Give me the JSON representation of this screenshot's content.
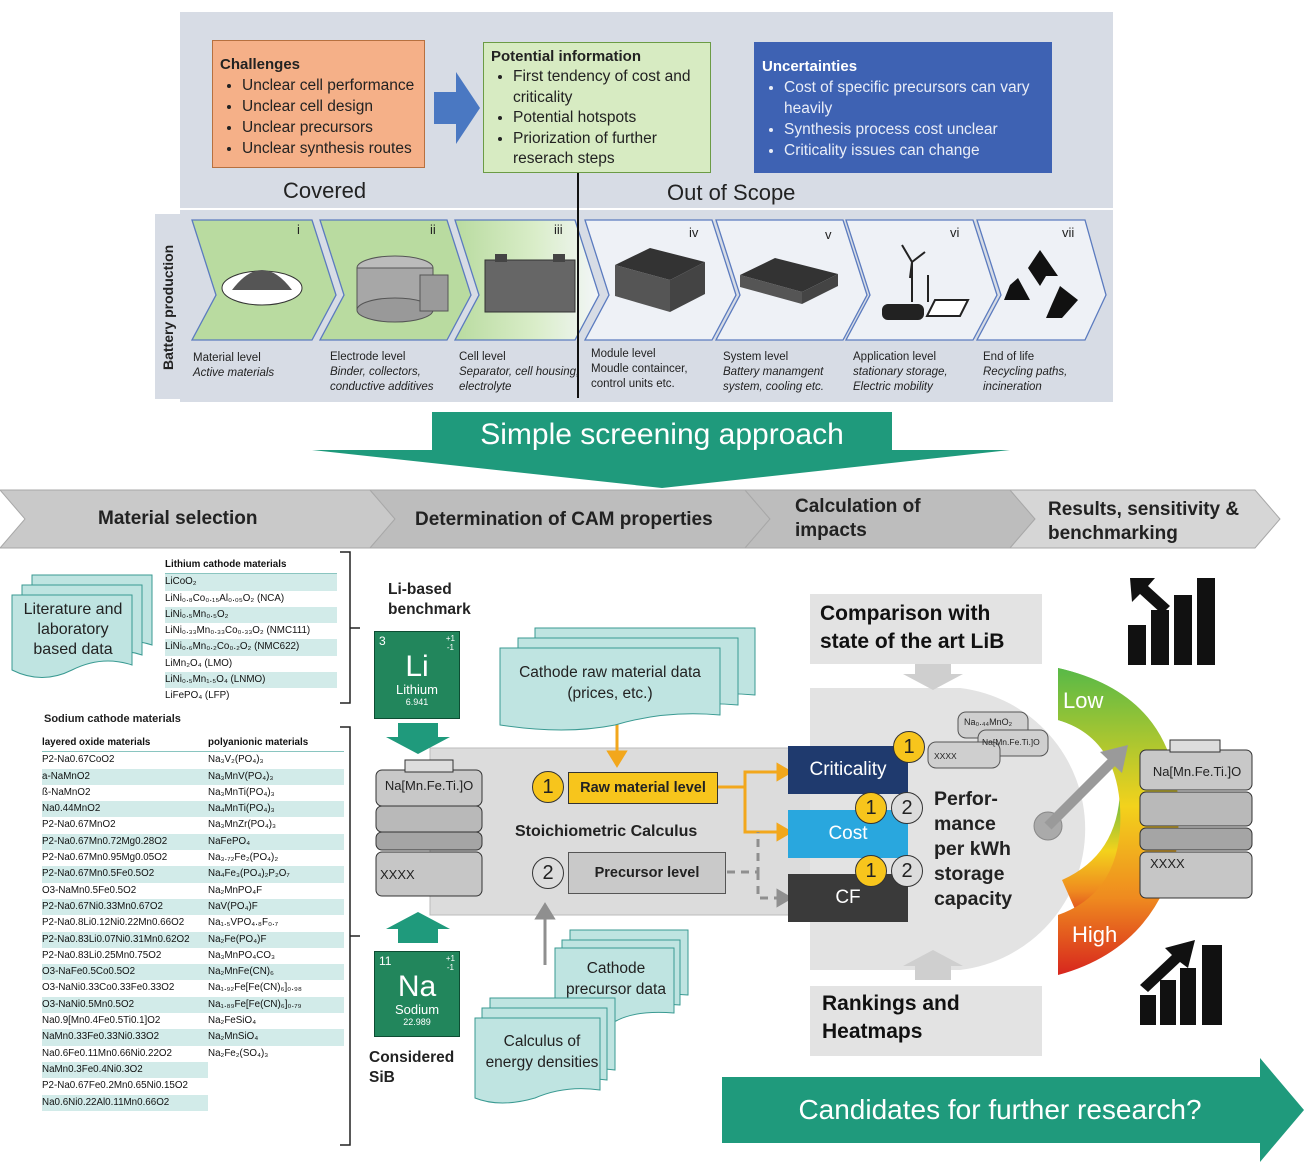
{
  "challenges": {
    "title": "Challenges",
    "items": [
      "Unclear cell performance",
      "Unclear cell design",
      "Unclear precursors",
      "Unclear synthesis routes"
    ]
  },
  "potential": {
    "title": "Potential information",
    "items": [
      "First tendency of cost and criticality",
      "Potential hotspots",
      "Priorization of further reserach steps"
    ]
  },
  "uncertainties": {
    "title": "Uncertainties",
    "items": [
      "Cost of specific precursors can vary heavily",
      "Synthesis process cost unclear",
      "Criticality issues can change"
    ]
  },
  "covered": "Covered",
  "out_of_scope": "Out of Scope",
  "battery_production": "Battery production",
  "stages": [
    {
      "num": "i",
      "name": "Material level",
      "desc": "Active materials"
    },
    {
      "num": "ii",
      "name": "Electrode level",
      "desc": "Binder, collectors, conductive additives"
    },
    {
      "num": "iii",
      "name": "Cell level",
      "desc": "Separator, cell housing, electrolyte"
    },
    {
      "num": "iv",
      "name": "Module level",
      "desc": "Moudle containcer, control units etc."
    },
    {
      "num": "v",
      "name": "System level",
      "desc": "Battery manamgent system, cooling etc."
    },
    {
      "num": "vi",
      "name": "Application level",
      "desc": "stationary storage, Electric mobility"
    },
    {
      "num": "vii",
      "name": "End of life",
      "desc": "Recycling paths, incineration"
    }
  ],
  "screening": "Simple screening approach",
  "steps": [
    "Material selection",
    "Determination of CAM properties",
    "Calculation of impacts",
    "Results, sensitivity & benchmarking"
  ],
  "literature": "Literature and laboratory based data",
  "lithium_table": {
    "title": "Lithium cathode materials",
    "rows": [
      "LiCoO₂",
      "LiNi₀.₈Co₀.₁₅Al₀.₀₅O₂ (NCA)",
      "LiNi₀.₅Mn₀.₅O₂",
      "LiNi₀.₃₃Mn₀.₃₃Co₀.₃₃O₂ (NMC111)",
      "LiNi₀.₆Mn₀.₂Co₀.₂O₂ (NMC622)",
      "LiMn₂O₄ (LMO)",
      "LiNi₀.₅Mn₁.₅O₄ (LNMO)",
      "LiFePO₄ (LFP)"
    ]
  },
  "sodium_table": {
    "title": "Sodium cathode materials",
    "col1": "layered oxide materials",
    "col2": "polyanionic materials",
    "layered": [
      "P2-Na0.67CoO2",
      "a-NaMnO2",
      "ß-NaMnO2",
      "Na0.44MnO2",
      "P2-Na0.67MnO2",
      "P2-Na0.67Mn0.72Mg0.28O2",
      "P2-Na0.67Mn0.95Mg0.05O2",
      "P2-Na0.67Mn0.5Fe0.5O2",
      "O3-NaMn0.5Fe0.5O2",
      "P2-Na0.67Ni0.33Mn0.67O2",
      "P2-Na0.8Li0.12Ni0.22Mn0.66O2",
      "P2-Na0.83Li0.07Ni0.31Mn0.62O2",
      "P2-Na0.83Li0.25Mn0.75O2",
      "O3-NaFe0.5Co0.5O2",
      "O3-NaNi0.33Co0.33Fe0.33O2",
      "O3-NaNi0.5Mn0.5O2",
      "Na0.9[Mn0.4Fe0.5Ti0.1]O2",
      "NaMn0.33Fe0.33Ni0.33O2",
      "Na0.6Fe0.11Mn0.66Ni0.22O2",
      "NaMn0.3Fe0.4Ni0.3O2",
      "P2-Na0.67Fe0.2Mn0.65Ni0.15O2",
      "Na0.6Ni0.22Al0.11Mn0.66O2"
    ],
    "polyanionic": [
      "Na₃V₂(PO₄)₃",
      "Na₃MnV(PO₄)₃",
      "Na₃MnTi(PO₄)₃",
      "Na₄MnTi(PO₄)₃",
      "Na₃MnZr(PO₄)₃",
      "NaFePO₄",
      "Na₃.₇₂Fe₂(PO₄)₂",
      "Na₄Fe₃(PO₄)₂P₂O₇",
      "Na₂MnPO₄F",
      "NaV(PO₄)F",
      "Na₁.₅VPO₄.₈F₀.₇",
      "Na₂Fe(PO₄)F",
      "Na₃MnPO₄CO₃",
      "Na₂MnFe(CN)₆",
      "Na₁.₉₂Fe[Fe(CN)₆]₀.₉₈",
      "Na₁.₈₉Fe[Fe(CN)₆]₀.₇₉",
      "Na₂FeSiO₄",
      "Na₂MnSiO₄",
      "Na₂Fe₂(SO₄)₃"
    ]
  },
  "li_benchmark": "Li-based benchmark",
  "li_element": {
    "number": "3",
    "ox": "+1\n-1",
    "symbol": "Li",
    "name": "Lithium",
    "mass": "6.941"
  },
  "na_element": {
    "number": "11",
    "ox": "+1\n-1",
    "symbol": "Na",
    "name": "Sodium",
    "mass": "22.989"
  },
  "considered_sib": "Considered SiB",
  "cathode_raw": "Cathode raw material data (prices, etc.)",
  "cathode_precursor": "Cathode precursor data",
  "calc_energy": "Calculus of energy densities",
  "na_formula": "Na[Mn.Fe.Ti.]O",
  "xxxx": "XXXX",
  "na_formula_small": "Na₀.₄₄MnO₂",
  "raw_level": "Raw material level",
  "precursor_level": "Precursor level",
  "stoich": "Stoichiometric Calculus",
  "one": "1",
  "two": "2",
  "criticality": "Criticality",
  "cost": "Cost",
  "cf": "CF",
  "comparison": "Comparison with state of the art LiB",
  "performance": "Perfor- mance per kWh storage capacity",
  "rankings": "Rankings and Heatmaps",
  "low": "Low",
  "high": "High",
  "candidates": "Candidates for further research?",
  "colors": {
    "green": "#1f9a7c",
    "orange": "#f5b088",
    "lightgreen": "#d7ebc2",
    "blue": "#3e62b3",
    "criticality": "#1f3a6e",
    "cost": "#29a7de",
    "cf": "#3a3a3a",
    "yellow": "#f7c51c"
  }
}
